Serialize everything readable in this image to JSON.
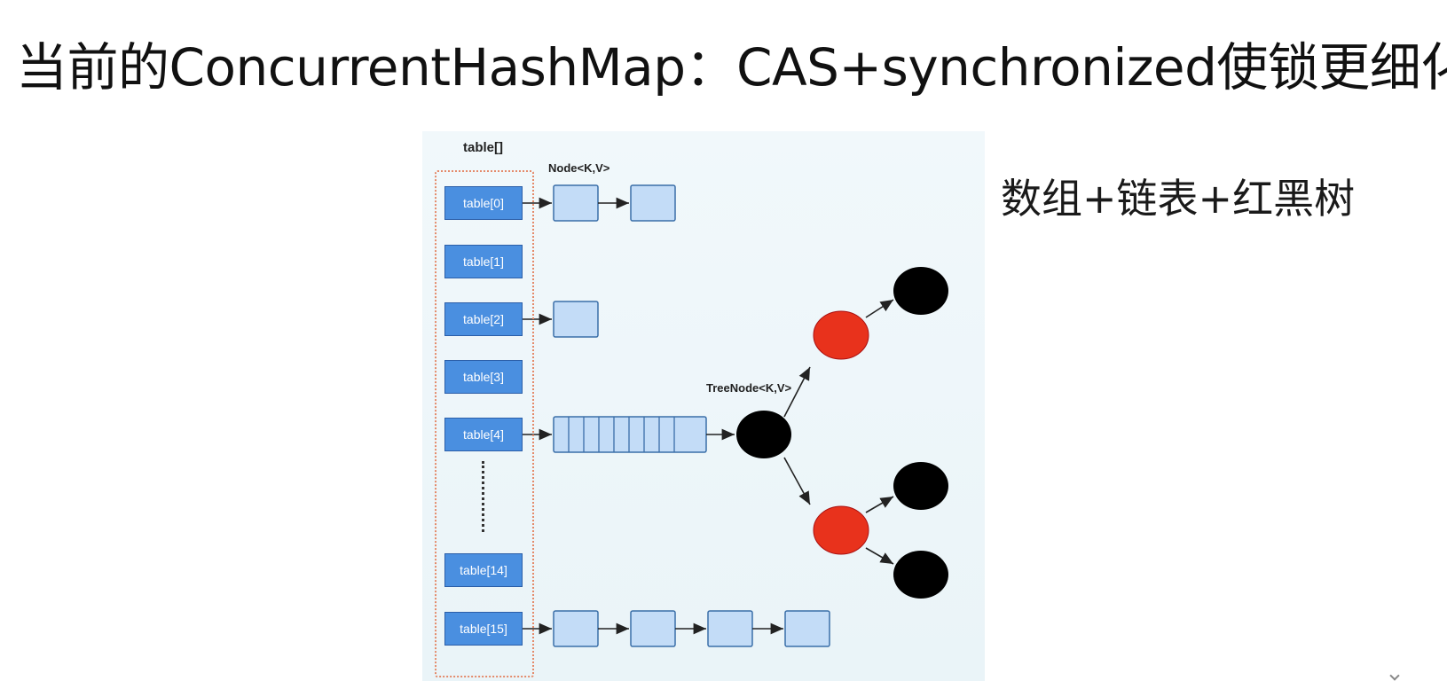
{
  "slide": {
    "title": "当前的ConcurrentHashMap：CAS+synchronized使锁更细化",
    "caption": "数组+链表+红黑树"
  },
  "diagram": {
    "table_label": "table[]",
    "node_label": "Node<K,V>",
    "treenode_label": "TreeNode<K,V>",
    "slots": [
      "table[0]",
      "table[1]",
      "table[2]",
      "table[3]",
      "table[4]",
      "table[14]",
      "table[15]"
    ],
    "colors": {
      "slot_fill": "#4a8fe0",
      "node_fill": "#c3dcf7",
      "red_node": "#e8321c",
      "black_node": "#000000",
      "bracket": "#e48a6a"
    }
  }
}
